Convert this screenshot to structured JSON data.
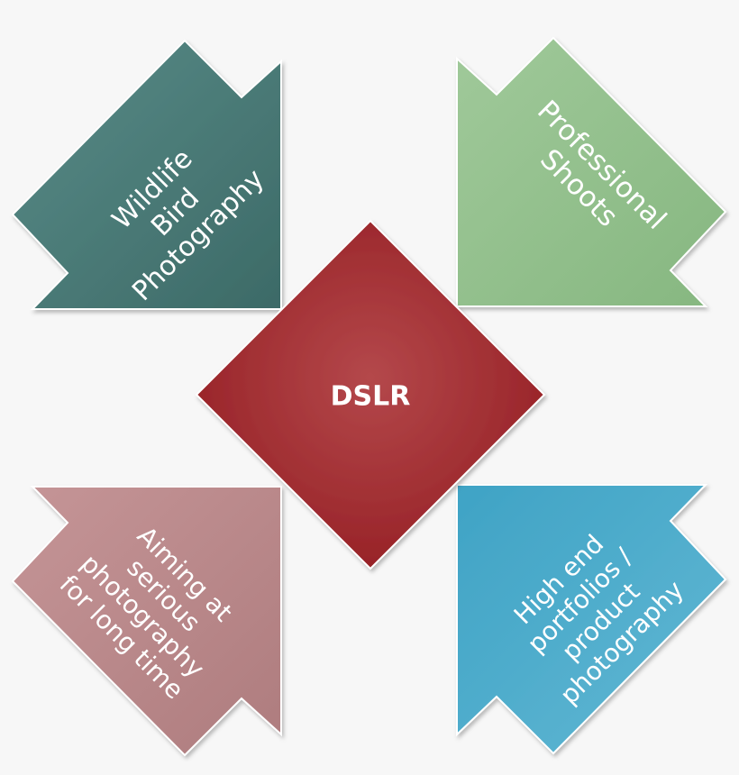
{
  "center": {
    "label": "DSLR",
    "color": "#a22a2e"
  },
  "segments": [
    {
      "id": "top-left",
      "lines": [
        "Wildlife",
        "Bird",
        "Photography"
      ],
      "color": "#4a7d78"
    },
    {
      "id": "top-right",
      "lines": [
        "Professional",
        "Shoots"
      ],
      "color": "#8fbf88"
    },
    {
      "id": "bottom-left",
      "lines": [
        "Aiming at",
        "serious",
        "photography",
        "for long time"
      ],
      "color": "#b88688"
    },
    {
      "id": "bottom-right",
      "lines": [
        "High end",
        "portfolios /",
        "product",
        "photography"
      ],
      "color": "#4aa8c8"
    }
  ]
}
